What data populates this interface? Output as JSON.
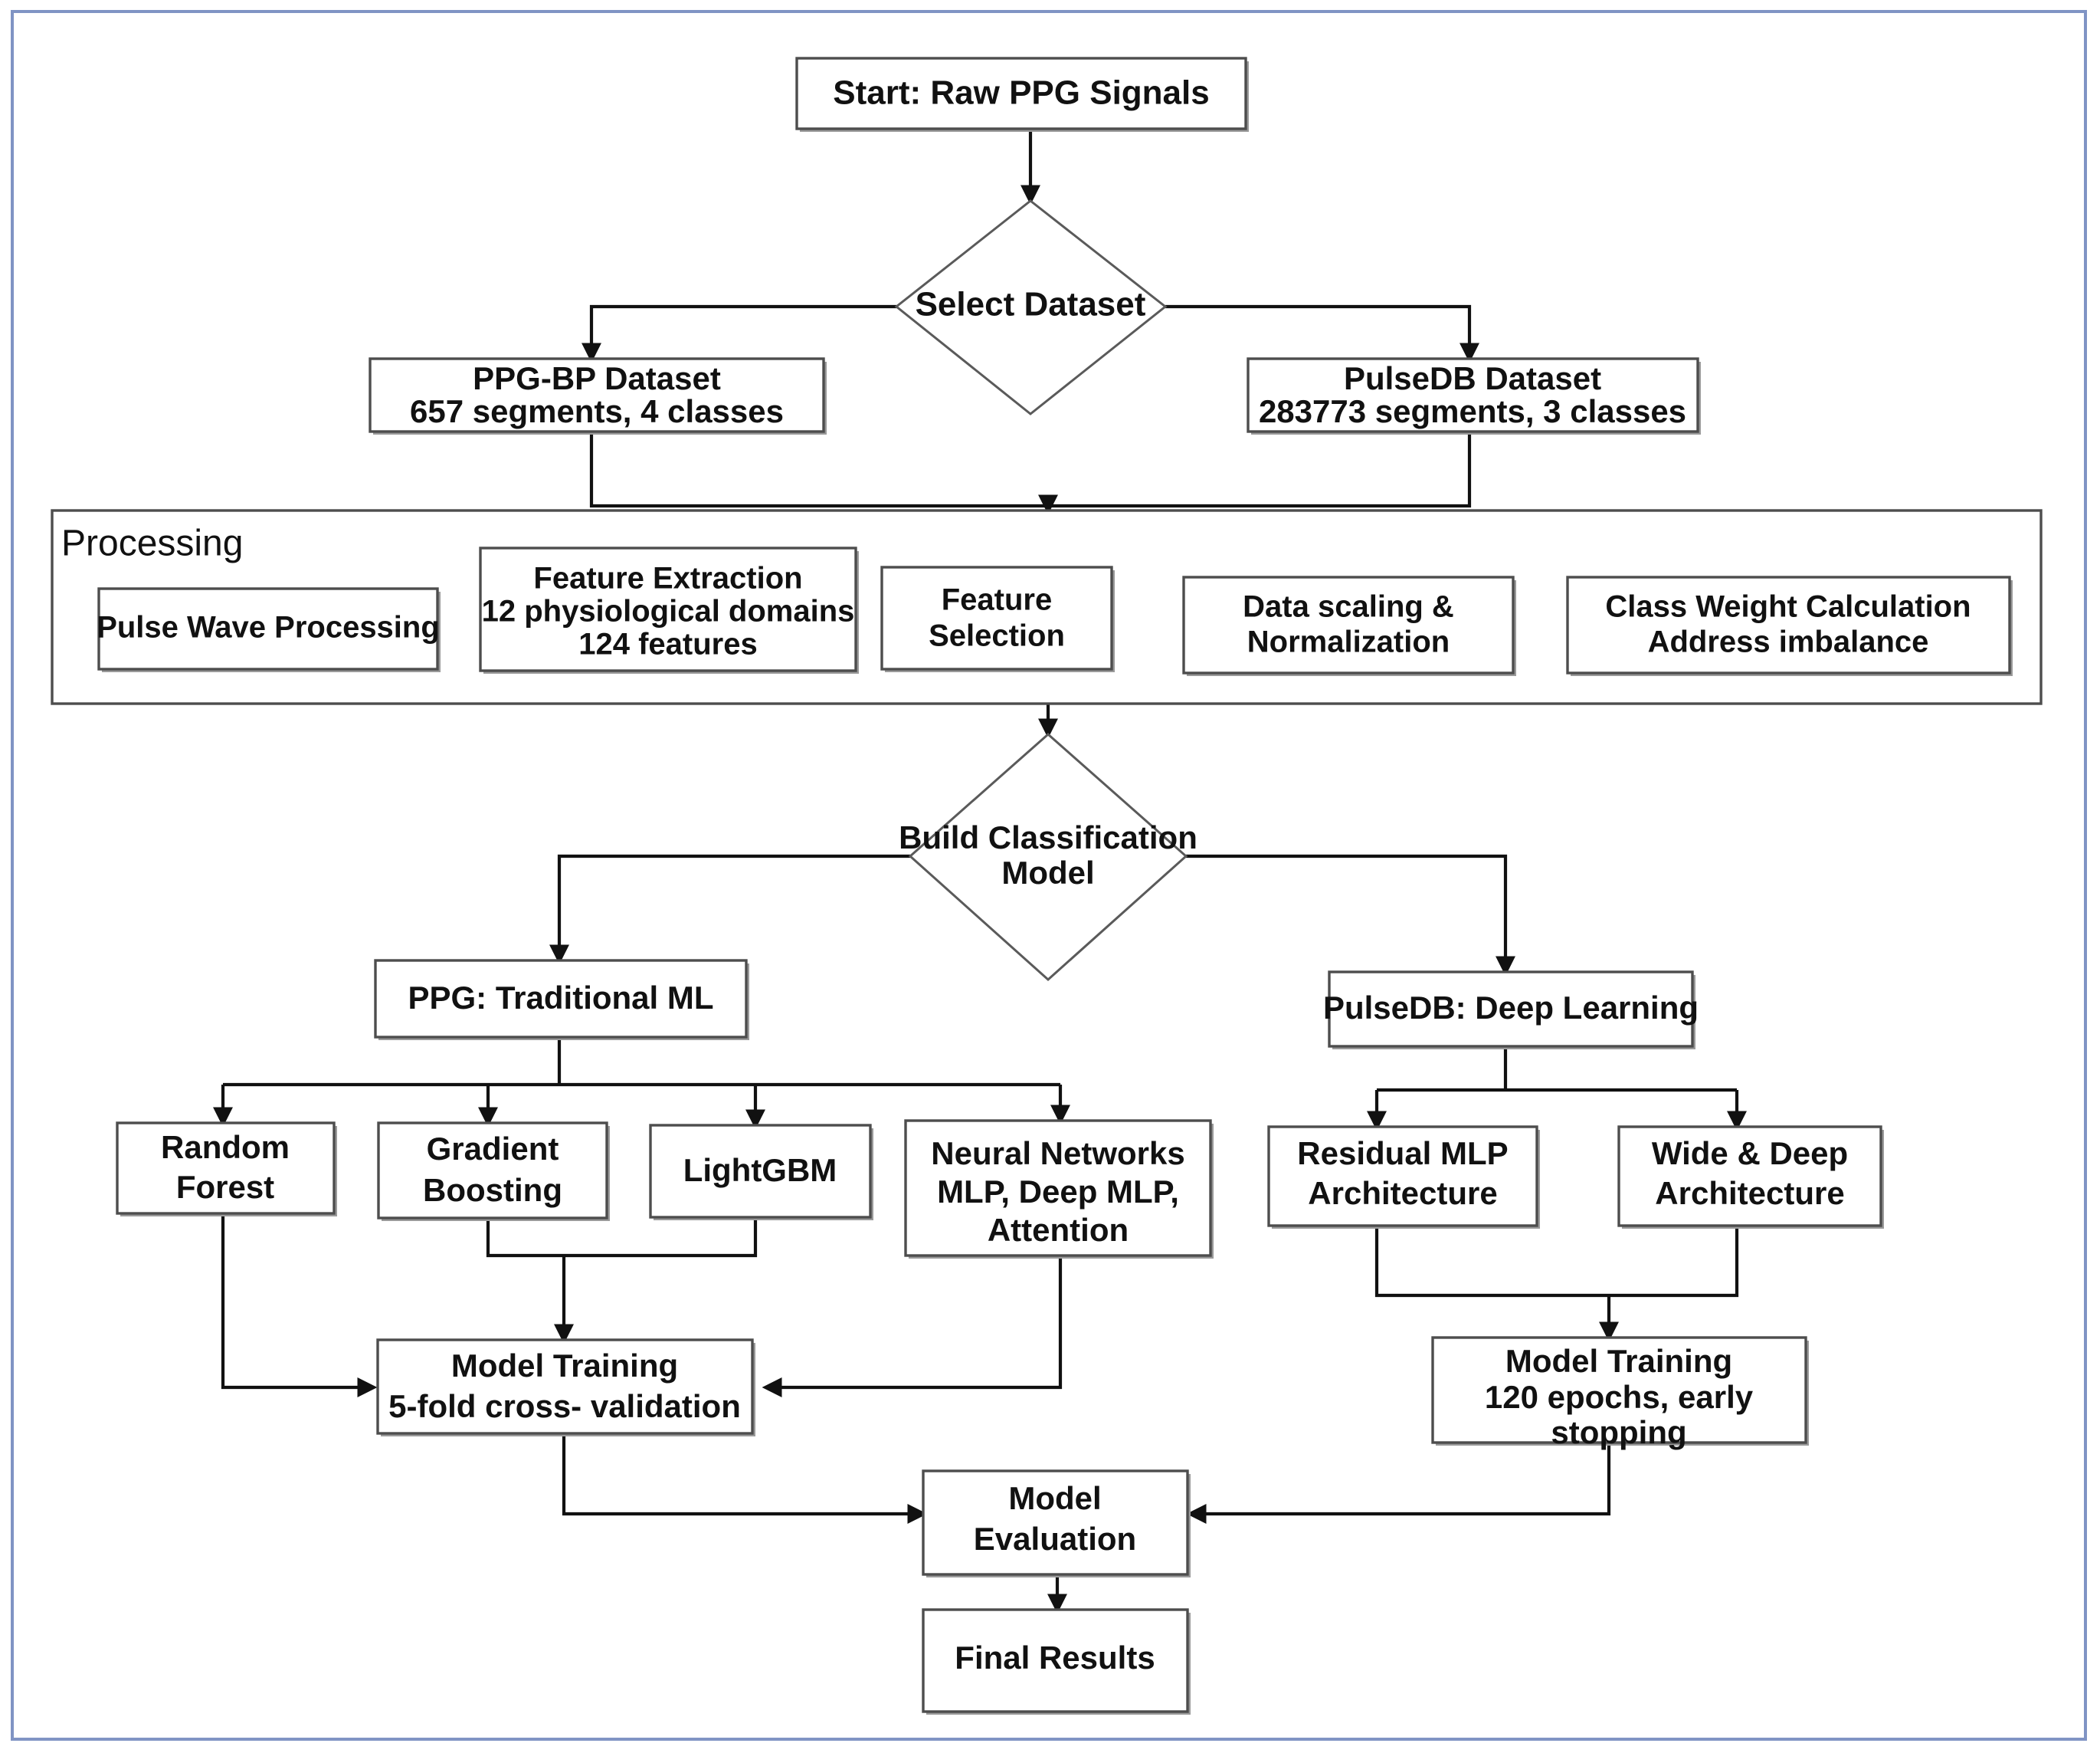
{
  "diagram": {
    "title": "PPG Signal Classification Pipeline",
    "frame_color": "#8094c4",
    "node_border_color": "#4d4d4d",
    "connector_color": "#111111"
  },
  "nodes": {
    "start": {
      "label": "Start: Raw PPG Signals"
    },
    "select_dataset": {
      "label": "Select Dataset"
    },
    "ppgbp": {
      "line1": "PPG-BP Dataset",
      "line2": "657 segments, 4 classes"
    },
    "pulsedb": {
      "line1": "PulseDB Dataset",
      "line2": "283773 segments, 3 classes"
    },
    "processing_group": {
      "label": "Processing"
    },
    "pulse_wave": {
      "label": "Pulse Wave Processing"
    },
    "feature_extraction": {
      "line1": "Feature Extraction",
      "line2": "12 physiological domains",
      "line3": "124 features"
    },
    "feature_selection": {
      "line1": "Feature",
      "line2": "Selection"
    },
    "data_scaling": {
      "line1": "Data scaling &",
      "line2": "Normalization"
    },
    "class_weight": {
      "line1": "Class Weight Calculation",
      "line2": "Address imbalance"
    },
    "build_model": {
      "line1": "Build Classification",
      "line2": "Model"
    },
    "ppg_ml": {
      "label": "PPG: Traditional ML"
    },
    "pulsedb_dl": {
      "label": "PulseDB: Deep Learning"
    },
    "random_forest": {
      "line1": "Random",
      "line2": "Forest"
    },
    "gradient_boosting": {
      "line1": "Gradient",
      "line2": "Boosting"
    },
    "lightgbm": {
      "label": "LightGBM"
    },
    "neural_networks": {
      "line1": "Neural Networks",
      "line2": "MLP, Deep MLP,",
      "line3": "Attention"
    },
    "residual_mlp": {
      "line1": "Residual MLP",
      "line2": "Architecture"
    },
    "wide_deep": {
      "line1": "Wide & Deep",
      "line2": "Architecture"
    },
    "training_ml": {
      "line1": "Model Training",
      "line2": "5-fold cross- validation"
    },
    "training_dl": {
      "line1": "Model Training",
      "line2": "120 epochs, early",
      "line3": "stopping"
    },
    "model_evaluation": {
      "line1": "Model",
      "line2": "Evaluation"
    },
    "final_results": {
      "label": "Final Results"
    }
  }
}
